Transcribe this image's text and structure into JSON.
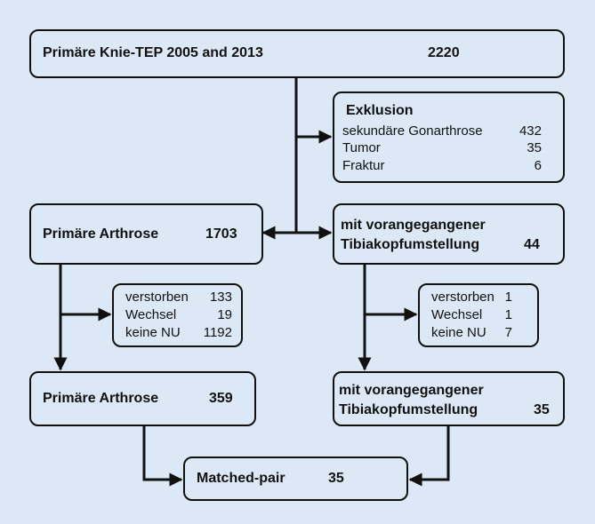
{
  "top": {
    "label": "Primäre Knie-TEP 2005 and 2013",
    "count": "2220"
  },
  "exclusion": {
    "title": "Exklusion",
    "items": [
      {
        "label": "sekundäre Gonarthrose",
        "count": "432"
      },
      {
        "label": "Tumor",
        "count": "35"
      },
      {
        "label": "Fraktur",
        "count": "6"
      }
    ]
  },
  "left1": {
    "label": "Primäre Arthrose",
    "count": "1703"
  },
  "right1": {
    "line1": "mit vorangegangener",
    "line2": "Tibiakopfumstellung",
    "count": "44"
  },
  "left_loss": {
    "items": [
      {
        "label": "verstorben",
        "count": "133"
      },
      {
        "label": "Wechsel",
        "count": "19"
      },
      {
        "label": "keine NU",
        "count": "1192"
      }
    ]
  },
  "right_loss": {
    "items": [
      {
        "label": "verstorben",
        "count": "1"
      },
      {
        "label": "Wechsel",
        "count": "1"
      },
      {
        "label": "keine NU",
        "count": "7"
      }
    ]
  },
  "left2": {
    "label": "Primäre Arthrose",
    "count": "359"
  },
  "right2": {
    "line1": "mit vorangegangener",
    "line2": "Tibiakopfumstellung",
    "count": "35"
  },
  "matched": {
    "label": "Matched-pair",
    "count": "35"
  }
}
